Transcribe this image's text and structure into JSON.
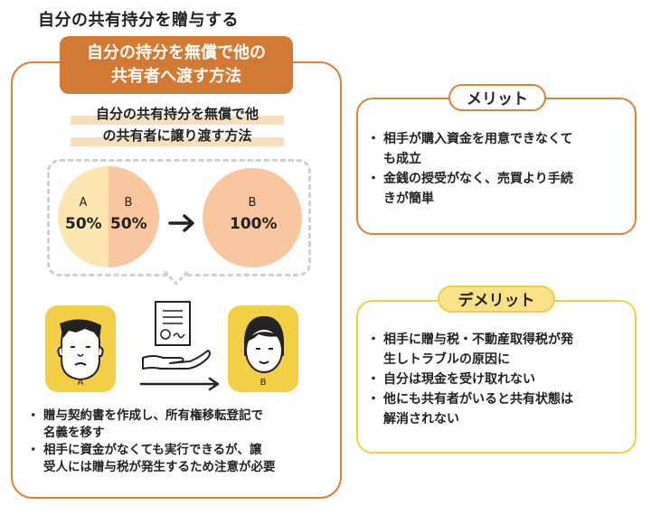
{
  "title": "自分の共有持分を贈与する",
  "left": {
    "header_line1": "自分の持分を無償で他の",
    "header_line2": "共有者へ渡す方法",
    "subtitle_line1": "自分の共有持分を無償で他",
    "subtitle_line2": "の共有者に譲り渡す方法",
    "before": {
      "a_label": "A",
      "a_pct": "50%",
      "b_label": "B",
      "b_pct": "50%"
    },
    "after": {
      "b_label": "B",
      "b_pct": "100%"
    },
    "person_a": "A",
    "person_b": "B",
    "bullets": [
      [
        "贈与契約書を作成し、所有権移転登記で",
        "名義を移す"
      ],
      [
        "相手に資金がなくても実行できるが、譲",
        "受人には贈与税が発生するため注意が必要"
      ]
    ]
  },
  "merit": {
    "tag": "メリット",
    "bullets": [
      [
        "相手が購入資金を用意できなくて",
        "も成立"
      ],
      [
        "金銭の授受がなく、売買より手続",
        "きが簡単"
      ]
    ]
  },
  "demerit": {
    "tag": "デメリット",
    "bullets": [
      [
        "相手に贈与税・不動産取得税が発",
        "生しトラブルの原因に"
      ],
      [
        "自分は現金を受け取れない"
      ],
      [
        "他にも共有者がいると共有状態は",
        "解消されない"
      ]
    ]
  },
  "colors": {
    "orange": "#d9813f",
    "header_orange": "#d27a33",
    "pie_light": "#fde6b0",
    "pie_salmon": "#f9c6a0",
    "yellow": "#f2cf45"
  }
}
